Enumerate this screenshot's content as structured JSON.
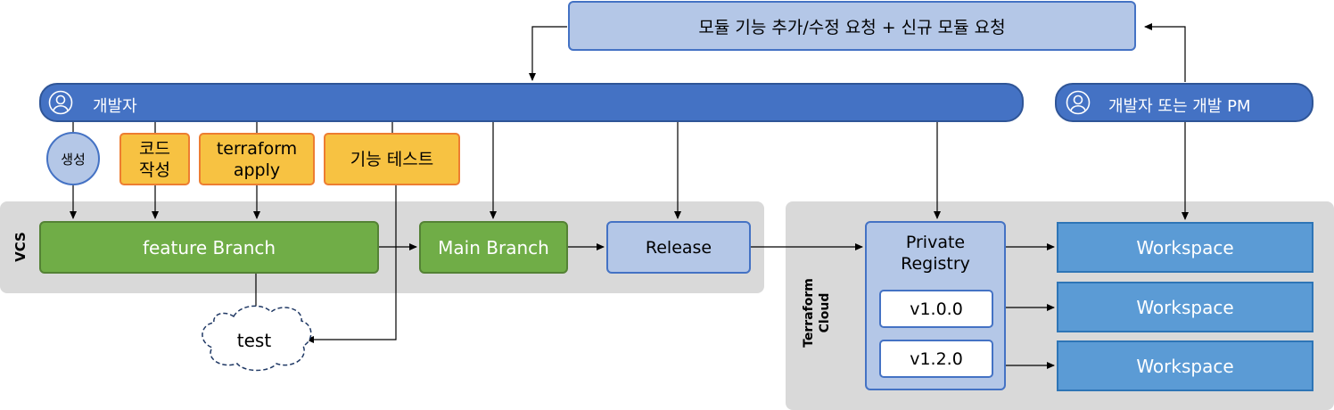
{
  "top_request": "모듈 기능 추가/수정 요청 + 신규 모듈 요청",
  "developer_bar": "개발자",
  "developer_pm_bar": "개발자 또는 개발 PM",
  "actions": {
    "create": "생성",
    "code_line1": "코드",
    "code_line2": "작성",
    "tf_line1": "terraform",
    "tf_line2": "apply",
    "feature_test": "기능 테스트"
  },
  "vcs": {
    "label": "VCS",
    "feature_branch": "feature Branch",
    "main_branch": "Main Branch",
    "release": "Release"
  },
  "test_cloud": "test",
  "terraform_cloud": {
    "label_line1": "Terraform",
    "label_line2": "Cloud",
    "registry_line1": "Private",
    "registry_line2": "Registry",
    "versions": [
      "v1.0.0",
      "v1.2.0"
    ],
    "workspaces": [
      "Workspace",
      "Workspace",
      "Workspace"
    ]
  },
  "colors": {
    "light_blue": "#b4c7e7",
    "blue": "#4472c4",
    "green": "#70ad47",
    "orange_fill": "#f7c242",
    "orange_border": "#ed7d31",
    "workspace": "#5b9bd5",
    "region_gray": "#d9d9d9"
  },
  "icons": [
    "person-icon",
    "person-icon"
  ]
}
